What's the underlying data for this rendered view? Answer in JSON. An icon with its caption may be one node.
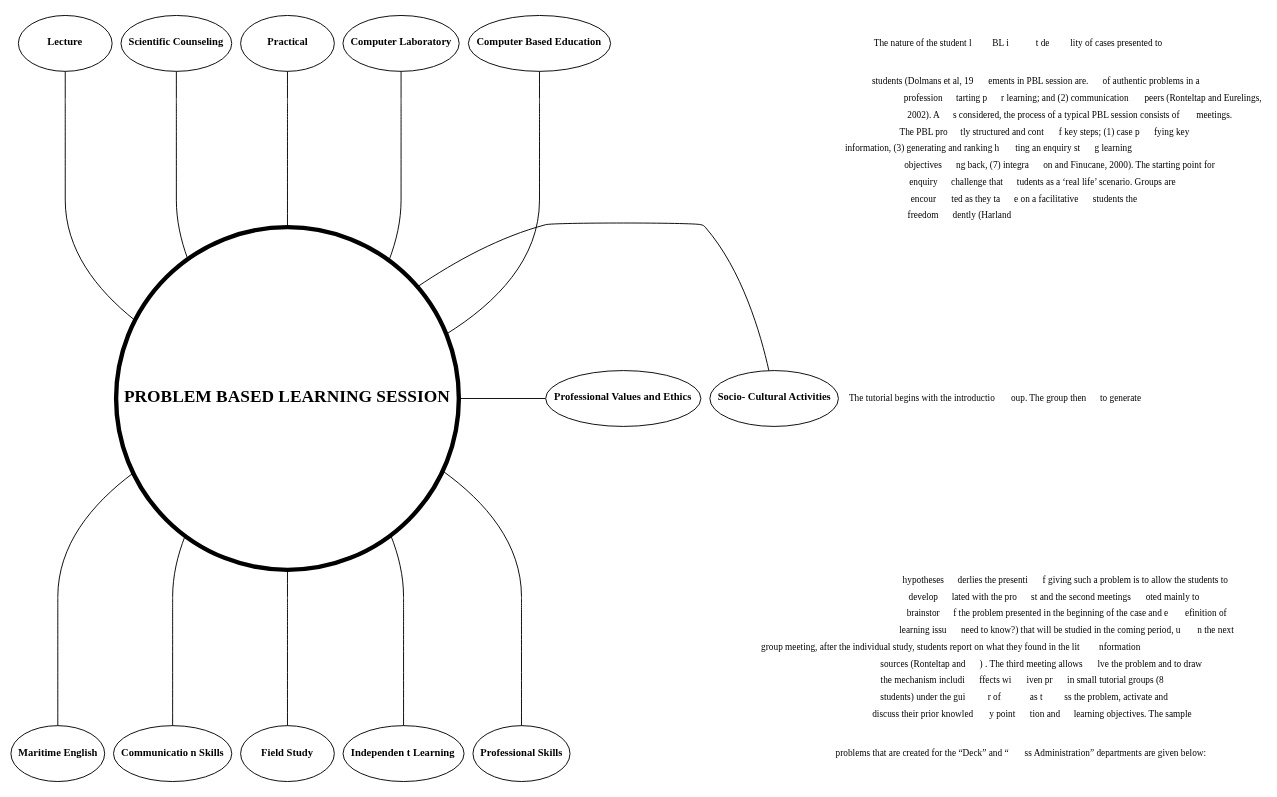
{
  "diagram": {
    "nodes": [
      {
        "text": [
          "PROBLEM BASED LEARNING SESSION"
        ]
      },
      {
        "text": [
          "Lecture"
        ]
      },
      {
        "text": [
          "Scientific Counseling"
        ]
      },
      {
        "text": [
          "Practical"
        ]
      },
      {
        "text": [
          "Socio- Cultural Activities"
        ]
      },
      {
        "text": [
          "Maritime English"
        ]
      },
      {
        "text": [
          "Communicatio n Skills"
        ]
      },
      {
        "text": [
          "Field Study"
        ]
      },
      {
        "text": [
          "Independen t Learning"
        ]
      },
      {
        "text": [
          "Professional Skills"
        ]
      },
      {
        "text": [
          "Professional Values and Ethics"
        ]
      },
      {
        "text": [
          "Computer Laboratory"
        ]
      },
      {
        "text": [
          "Computer Based Education"
        ]
      }
    ],
    "edges": [
      {
        "from": 0,
        "to": 1,
        "arrow": "none"
      },
      {
        "from": 0,
        "to": 2,
        "arrow": "none"
      },
      {
        "from": 0,
        "to": 3,
        "arrow": "none"
      },
      {
        "from": 0,
        "to": 4,
        "arrow": "none"
      },
      {
        "from": 0,
        "to": 5,
        "arrow": "none"
      },
      {
        "from": 0,
        "to": 6,
        "arrow": "none"
      },
      {
        "from": 0,
        "to": 7,
        "arrow": "none"
      },
      {
        "from": 0,
        "to": 8,
        "arrow": "none"
      },
      {
        "from": 0,
        "to": 9,
        "arrow": "none"
      },
      {
        "from": 0,
        "to": 10,
        "arrow": "none"
      },
      {
        "from": 0,
        "to": 11,
        "arrow": "none"
      },
      {
        "from": 0,
        "to": 12,
        "arrow": "none"
      }
    ],
    "labels": [
      "The nature of the student l",
      "BL i",
      "t de",
      "lity of cases presented to",
      "students (Dolmans et al, 19",
      "ements in PBL session are.",
      "of authentic problems in a",
      "profession",
      "tarting p",
      "r learning; and (2) communication",
      "peers (Ronteltap and Eurelings,",
      "2002). A",
      "s considered, the process of a typical PBL session consists of",
      "meetings.",
      "The PBL pro",
      "tly structured and cont",
      "f key steps; (1) case p",
      "fying key",
      "information, (3) generating and ranking h",
      "ting an enquiry st",
      "g learning",
      "objectives",
      "ng back, (7) integra",
      "on and Finucane, 2000). The starting point for",
      "enquiry",
      "challenge that",
      "tudents as a ‘real life’ scenario. Groups are",
      "encour",
      "ted as they ta",
      "e on a facilitative",
      "students the",
      "freedom",
      "dently (Harland",
      "The tutorial begins with the introductio",
      "oup. The group then",
      "to generate",
      "hypotheses",
      "derlies the presenti",
      "f giving such a problem is to allow the students to",
      "develop",
      "lated with the pro",
      "st and the second meetings",
      "oted mainly to",
      "brainstor",
      "f the problem presented in the beginning of the case and e",
      "efinition of",
      "learning issu",
      "need to know?) that will be studied in the coming period, u",
      "n the next",
      "group meeting, after the individual study, students report on what they found in the lit",
      "nformation",
      "sources (Ronteltap and",
      ") . The third meeting allows",
      "lve the problem and to draw",
      "the mechanism includi",
      "ffects wi",
      "iven pr",
      "in small tutorial groups (8",
      "students) under the gui",
      "r of",
      "as t",
      "ss the problem, activate and",
      "discuss their prior knowled",
      "y point",
      "tion and",
      "learning objectives. The sample",
      "problems that are created for the “Deck” and “",
      "ss Administration” departments are given below:"
    ]
  }
}
